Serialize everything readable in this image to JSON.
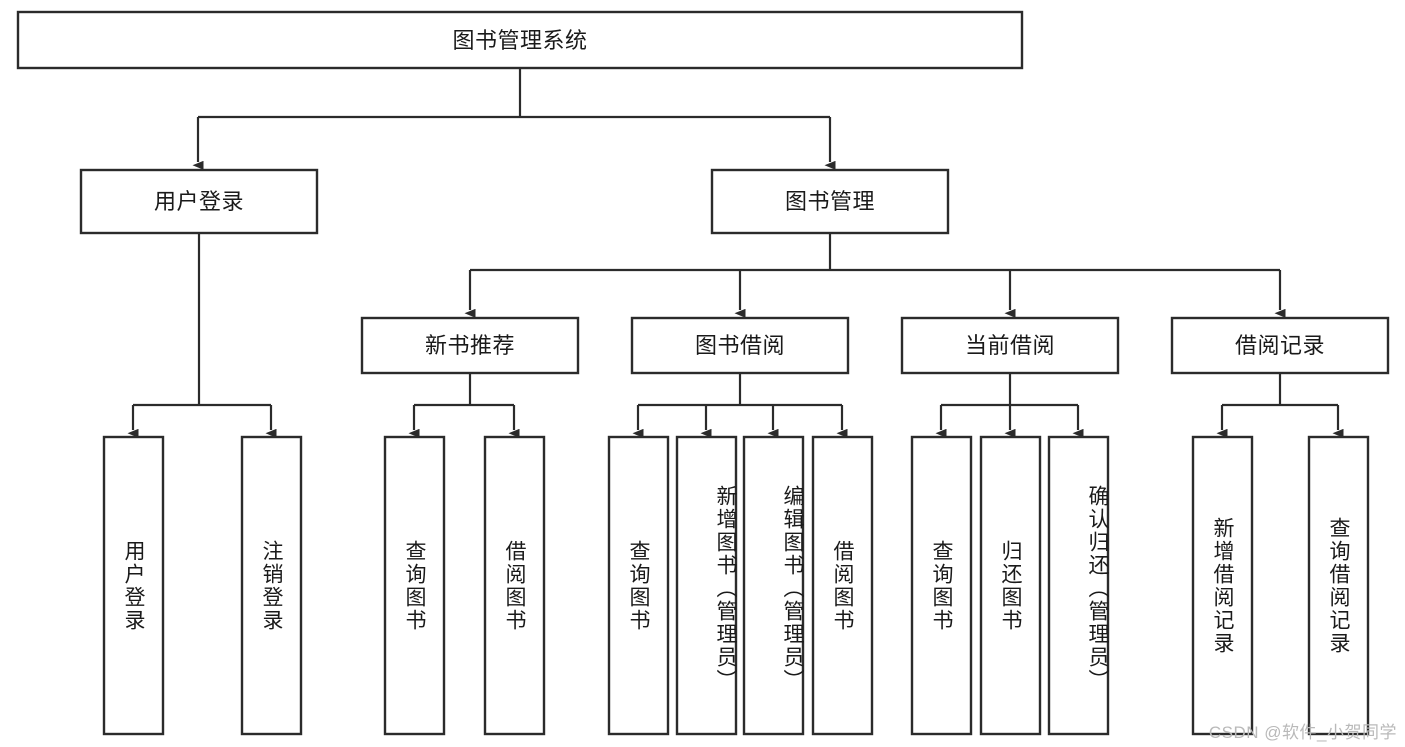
{
  "diagram": {
    "type": "tree",
    "title": "图书管理系统",
    "watermark": "CSDN @软件_小贺同学",
    "root": {
      "id": "root",
      "label": "图书管理系统"
    },
    "level2": [
      {
        "id": "user-login",
        "label": "用户登录"
      },
      {
        "id": "book-manage",
        "label": "图书管理"
      }
    ],
    "level3": [
      {
        "id": "new-book-recommend",
        "label": "新书推荐",
        "parent": "book-manage"
      },
      {
        "id": "book-borrow",
        "label": "图书借阅",
        "parent": "book-manage"
      },
      {
        "id": "current-borrow",
        "label": "当前借阅",
        "parent": "book-manage"
      },
      {
        "id": "borrow-record",
        "label": "借阅记录",
        "parent": "book-manage"
      }
    ],
    "leaves": {
      "user-login": [
        {
          "id": "leaf-user-login",
          "label": "用户登录"
        },
        {
          "id": "leaf-logout-login",
          "label": "注销登录"
        }
      ],
      "new-book-recommend": [
        {
          "id": "leaf-query-book-1",
          "label": "查询图书"
        },
        {
          "id": "leaf-borrow-book-1",
          "label": "借阅图书"
        }
      ],
      "book-borrow": [
        {
          "id": "leaf-query-book-2",
          "label": "查询图书"
        },
        {
          "id": "leaf-add-book",
          "label": "新增图书（管理员）"
        },
        {
          "id": "leaf-edit-book",
          "label": "编辑图书（管理员）"
        },
        {
          "id": "leaf-borrow-book-2",
          "label": "借阅图书"
        }
      ],
      "current-borrow": [
        {
          "id": "leaf-query-book-3",
          "label": "查询图书"
        },
        {
          "id": "leaf-return-book",
          "label": "归还图书"
        },
        {
          "id": "leaf-confirm-return",
          "label": "确认归还（管理员）"
        }
      ],
      "borrow-record": [
        {
          "id": "leaf-add-record",
          "label": "新增借阅记录"
        },
        {
          "id": "leaf-query-record",
          "label": "查询借阅记录"
        }
      ]
    },
    "colors": {
      "stroke": "#2b2b2b",
      "fill": "#ffffff",
      "text": "#1a1a1a",
      "watermark": "#b9b9b9"
    }
  }
}
